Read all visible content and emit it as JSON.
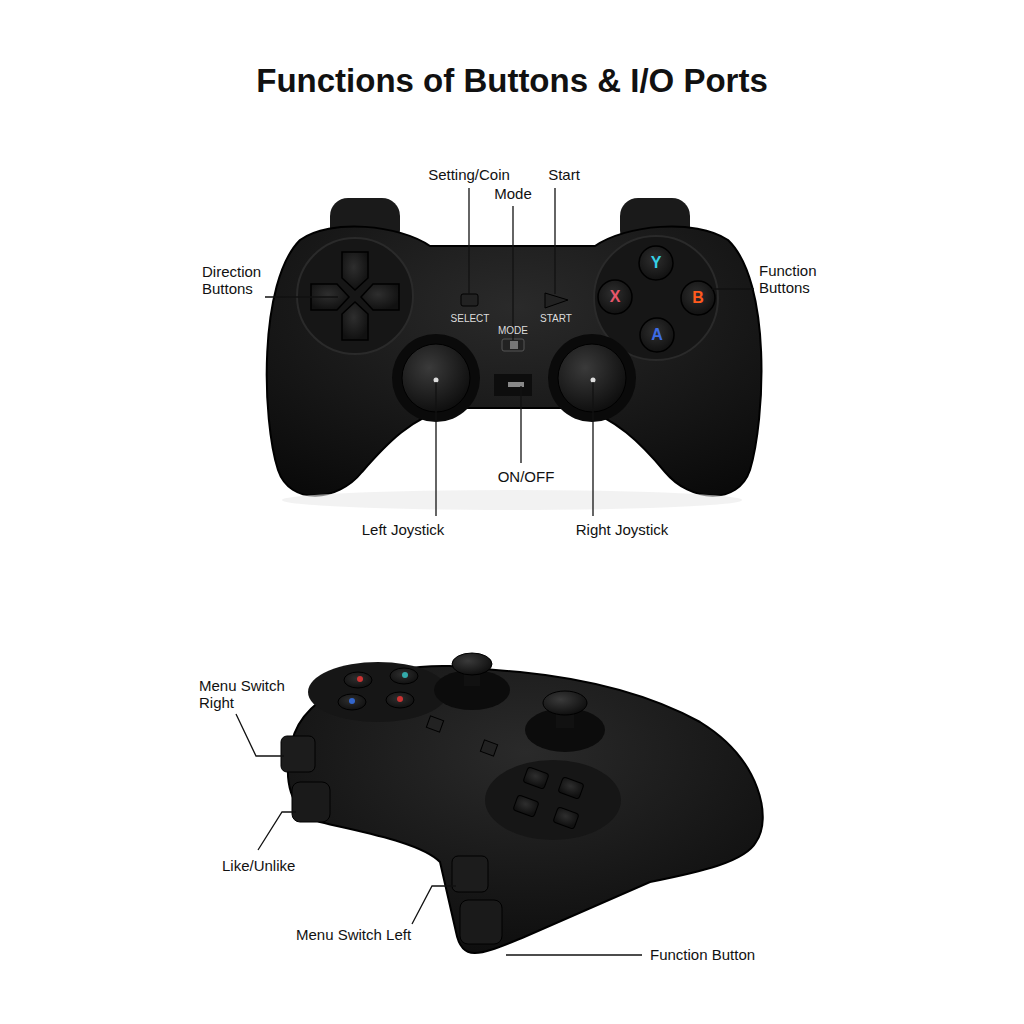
{
  "diagram": {
    "title": "Functions of Buttons & I/O Ports",
    "labels": [
      "Setting/Coin",
      "Mode",
      "Start",
      "Direction Buttons",
      "Function Buttons",
      "ON/OFF",
      "Left Joystick",
      "Right Joystick",
      "Menu Switch Right",
      "Like/Unlike",
      "Menu Switch Left",
      "Function Button",
      "SELECT",
      "MODE",
      "START",
      "Y",
      "X",
      "B",
      "A"
    ]
  }
}
